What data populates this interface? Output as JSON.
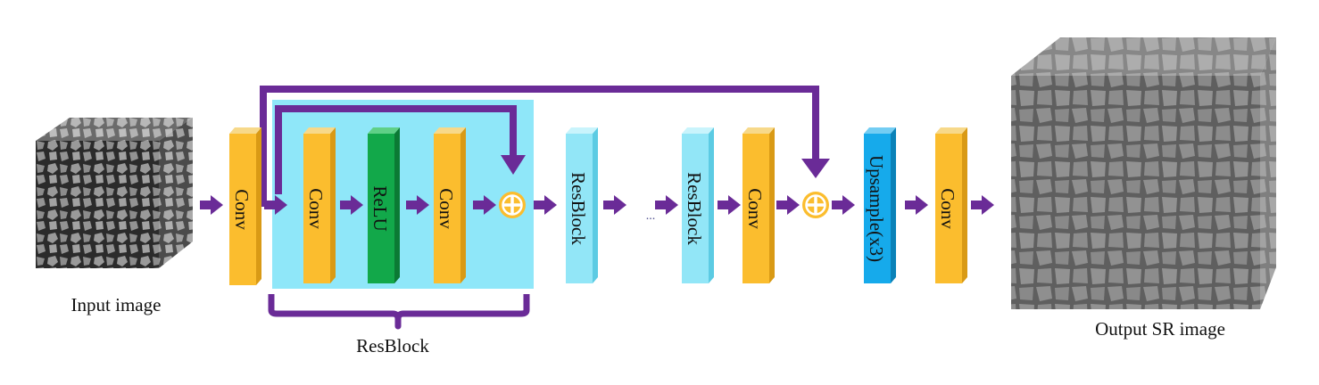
{
  "inputs": {
    "caption": "Input image"
  },
  "outputs": {
    "caption": "Output SR image"
  },
  "resblock_group": {
    "caption": "ResBlock"
  },
  "ellipsis": "...",
  "blocks": {
    "conv1": "Conv",
    "rb_conv1": "Conv",
    "rb_relu": "ReLU",
    "rb_conv2": "Conv",
    "resblock2": "ResBlock",
    "resblockN": "ResBlock",
    "conv_after": "Conv",
    "upsample": "Upsample(x3)",
    "conv_final": "Conv"
  },
  "colors": {
    "conv": "#fbbd2e",
    "relu": "#12a84a",
    "resblock": "#92e6f7",
    "upsample": "#16aaeb",
    "arrow": "#6a2b97",
    "resblock_bg": "#8fe7f9",
    "sum_node": "#fbbd2e"
  }
}
